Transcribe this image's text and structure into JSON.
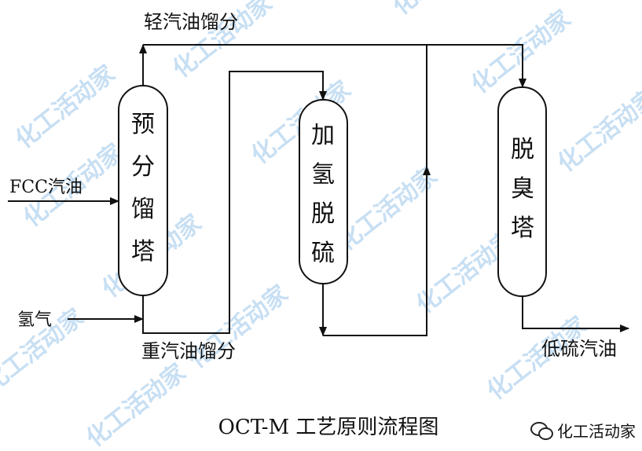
{
  "labels": {
    "light_gasoline": "轻汽油馏分",
    "fcc_gasoline": "FCC汽油",
    "hydrogen": "氢气",
    "heavy_gasoline": "重汽油馏分",
    "low_sulfur_gasoline": "低硫汽油"
  },
  "columns": {
    "prefrac": [
      "预",
      "分",
      "馏",
      "塔"
    ],
    "hds": [
      "加",
      "氢",
      "脱",
      "硫"
    ],
    "sweet": [
      "脱",
      "臭",
      "塔"
    ]
  },
  "caption": "OCT-M 工艺原则流程图",
  "watermark": "化工活动家",
  "logo_text": "化工活动家",
  "colors": {
    "line": "#111111",
    "watermark": "#3b8fd6"
  }
}
